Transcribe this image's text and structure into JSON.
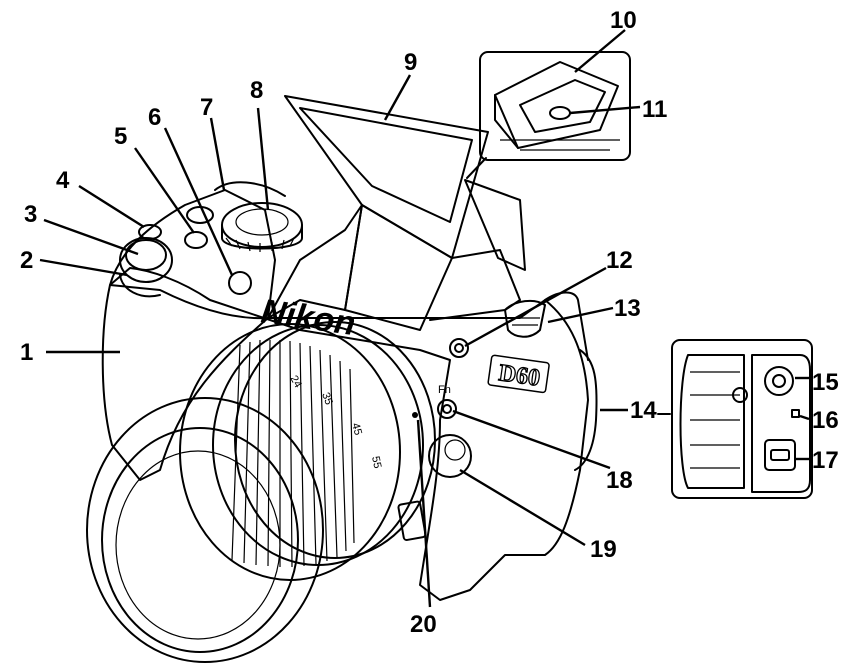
{
  "camera": {
    "brand": "Nikon",
    "model": "D60"
  },
  "lens_markings": {
    "focal_a": "35",
    "focal_b": "45",
    "focal_c": "55",
    "focal_d": "24"
  },
  "button_marks": {
    "fn": "Fn"
  },
  "callouts": [
    {
      "n": "1"
    },
    {
      "n": "2"
    },
    {
      "n": "3"
    },
    {
      "n": "4"
    },
    {
      "n": "5"
    },
    {
      "n": "6"
    },
    {
      "n": "7"
    },
    {
      "n": "8"
    },
    {
      "n": "9"
    },
    {
      "n": "10"
    },
    {
      "n": "11"
    },
    {
      "n": "12"
    },
    {
      "n": "13"
    },
    {
      "n": "14"
    },
    {
      "n": "15"
    },
    {
      "n": "16"
    },
    {
      "n": "17"
    },
    {
      "n": "18"
    },
    {
      "n": "19"
    },
    {
      "n": "20"
    }
  ]
}
